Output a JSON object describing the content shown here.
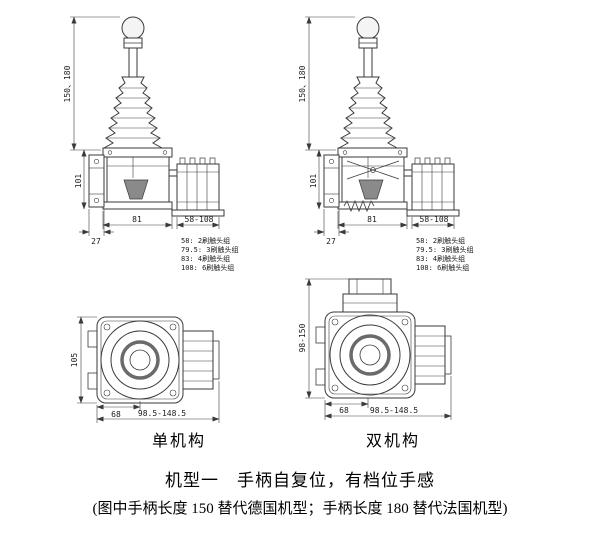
{
  "page": {
    "background": "#ffffff",
    "line_color": "#3a3a3a"
  },
  "top_left": {
    "dim_height": "150、180",
    "dim_body_height": "101",
    "dim_bracket_width": "27",
    "dim_body_width": "81",
    "dim_block_width": "58-108",
    "notes": [
      "58:  2刷触头组",
      "79.5: 3刷触头组",
      "83:  4刷触头组",
      "108:  6刷触头组"
    ]
  },
  "top_right": {
    "dim_height": "150、180",
    "dim_body_height": "101",
    "dim_bracket_width": "27",
    "dim_body_width": "81",
    "dim_block_width": "58-108",
    "notes": [
      "58:  2刷触头组",
      "79.5: 3刷触头组",
      "83:  4刷触头组",
      "108:  6刷触头组"
    ]
  },
  "bottom_left": {
    "dim_height": "105",
    "dim_depth": "68",
    "dim_width": "98.5-148.5"
  },
  "bottom_right": {
    "dim_height": "98-150",
    "dim_depth": "68",
    "dim_width": "98.5-148.5"
  },
  "labels": {
    "single": "单机构",
    "double": "双机构",
    "caption": "机型一　手柄自复位，有档位手感",
    "footnote": "(图中手柄长度 150 替代德国机型；手柄长度 180 替代法国机型)"
  }
}
